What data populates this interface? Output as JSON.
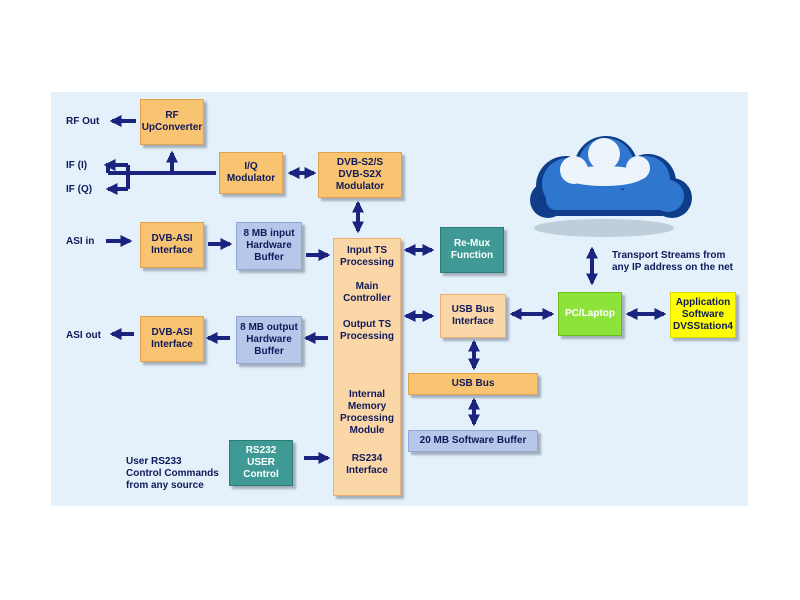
{
  "external_labels": {
    "rf_out": "RF Out",
    "if_i": "IF (I)",
    "if_q": "IF (Q)",
    "asi_in": "ASI in",
    "asi_out": "ASI out",
    "user_rs233": "User RS233\nControl Commands\nfrom any source",
    "transport_streams": "Transport Streams from\nany IP address on the net"
  },
  "blocks": {
    "rf_upconverter": "RF\nUpConverter",
    "iq_modulator": "I/Q\nModulator",
    "dvb_s2_modulator": "DVB-S2/S\nDVB-S2X\nModulator",
    "dvb_asi_interface_in": "DVB-ASI\nInterface",
    "input_buffer": "8 MB input\nHardware\nBuffer",
    "dvb_asi_interface_out": "DVB-ASI\nInterface",
    "output_buffer": "8 MB output\nHardware\nBuffer",
    "rs232_user_control": "RS232\nUSER\nControl",
    "remux_function": "Re-Mux\nFunction",
    "usb_bus_interface": "USB Bus\nInterface",
    "usb_bus": "USB Bus",
    "software_buffer": "20 MB Software Buffer",
    "pc_laptop": "PC/Laptop",
    "application_software": "Application\nSoftware\nDVSStation4"
  },
  "main_controller": {
    "input_ts": "Input TS\nProcessing",
    "main_controller": "Main\nController",
    "output_ts": "Output TS\nProcessing",
    "internal_memory": "Internal\nMemory\nProcessing\nModule",
    "rs234_interface": "RS234\nInterface"
  },
  "colors": {
    "background": "#e4f1fa",
    "arrow": "#1a237e",
    "orange_block": "#f9c472",
    "light_orange_block": "#fbd7a8",
    "lavender_block": "#b7c7ea",
    "teal_block": "#3f9a96",
    "green_block": "#8ee33a",
    "yellow_block": "#ffff00",
    "text": "#101a5a"
  }
}
